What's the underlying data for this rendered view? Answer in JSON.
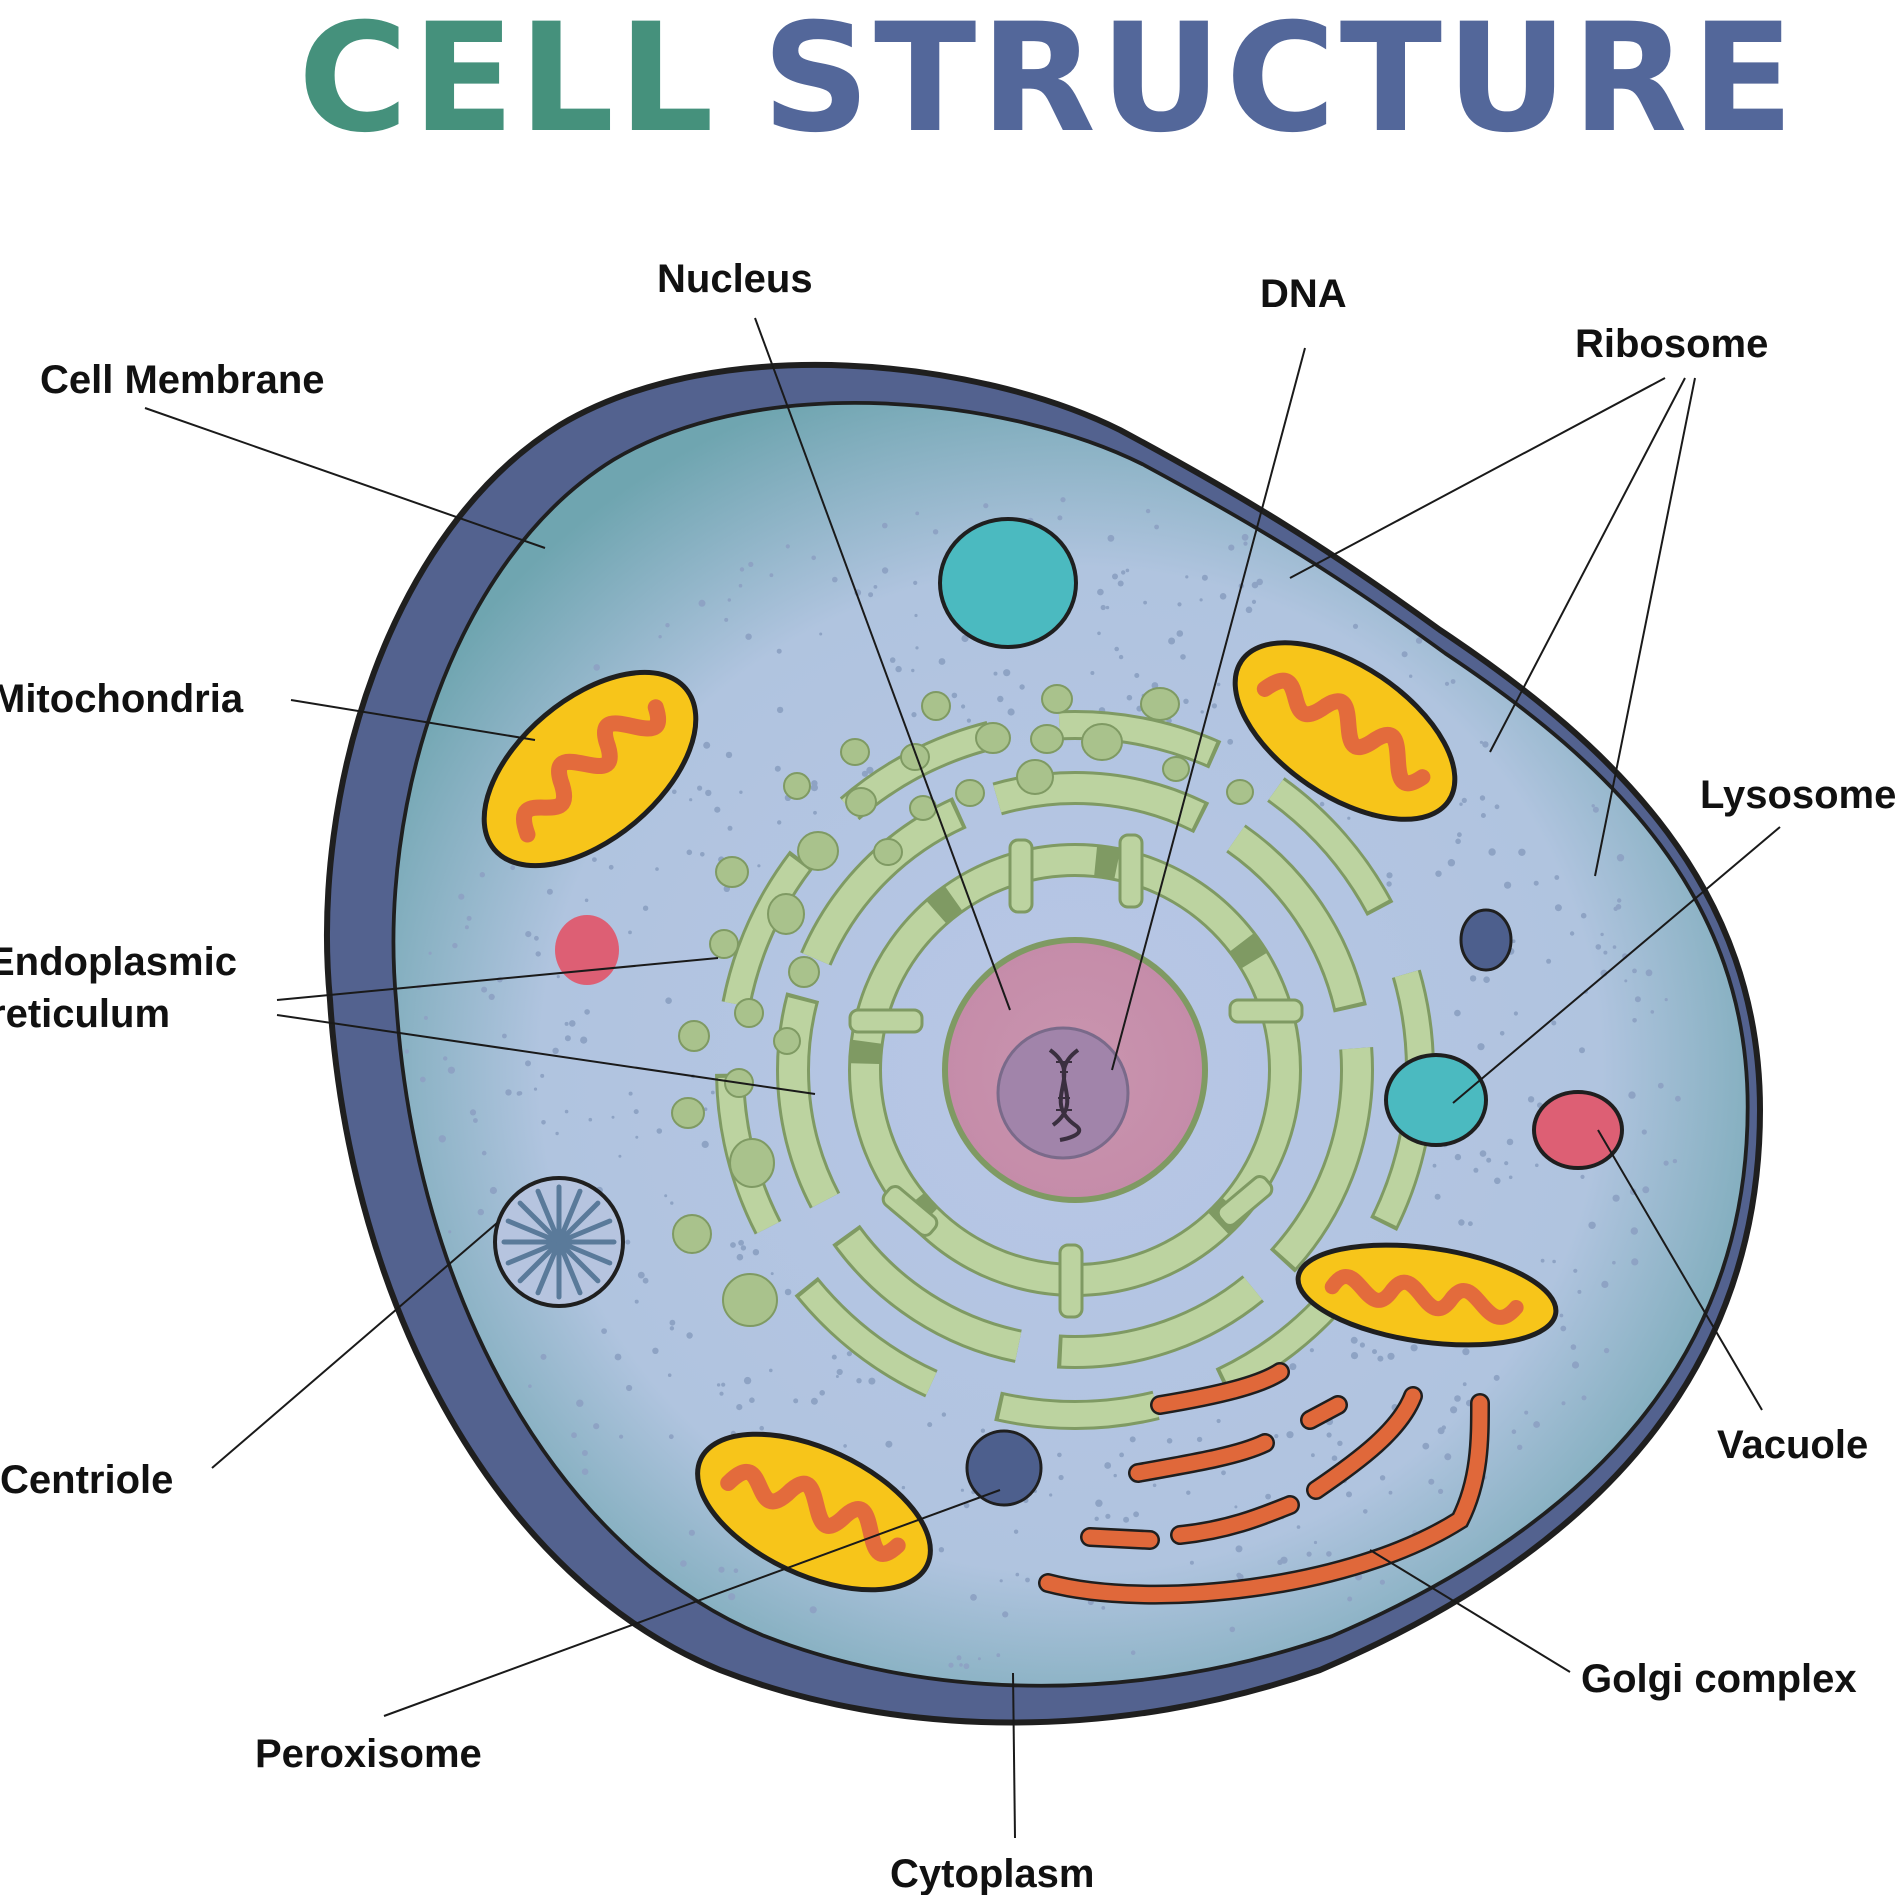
{
  "title": {
    "word1": "CELL",
    "word2": "STRUCTURE",
    "color1": "#45917c",
    "color2": "#53679a"
  },
  "labels": {
    "nucleus": "Nucleus",
    "dna": "DNA",
    "ribosome": "Ribosome",
    "cell_membrane": "Cell Membrane",
    "mitochondria": "Mitochondria",
    "lysosome": "Lysosome",
    "er_line1": "Endoplasmic",
    "er_line2": "reticulum",
    "centriole": "Centriole",
    "vacuole": "Vacuole",
    "golgi": "Golgi complex",
    "peroxisome": "Peroxisome",
    "cytoplasm": "Cytoplasm"
  },
  "colors": {
    "membrane": "#53628f",
    "cytoplasm": "#b3c4de",
    "cytoplasm_edge": "#7fb0bc",
    "nucleus": "#c894ae",
    "nucleolus": "#a184aa",
    "er": "#bcd3a0",
    "mitochondria": "#f7c51a",
    "cristae": "#e36b3c",
    "lysosome": "#4bbac0",
    "vacuole": "#dd5f74",
    "peroxisome": "#4d5f8d",
    "golgi": "#e0683a",
    "ribosome": "#8ea3c4"
  }
}
